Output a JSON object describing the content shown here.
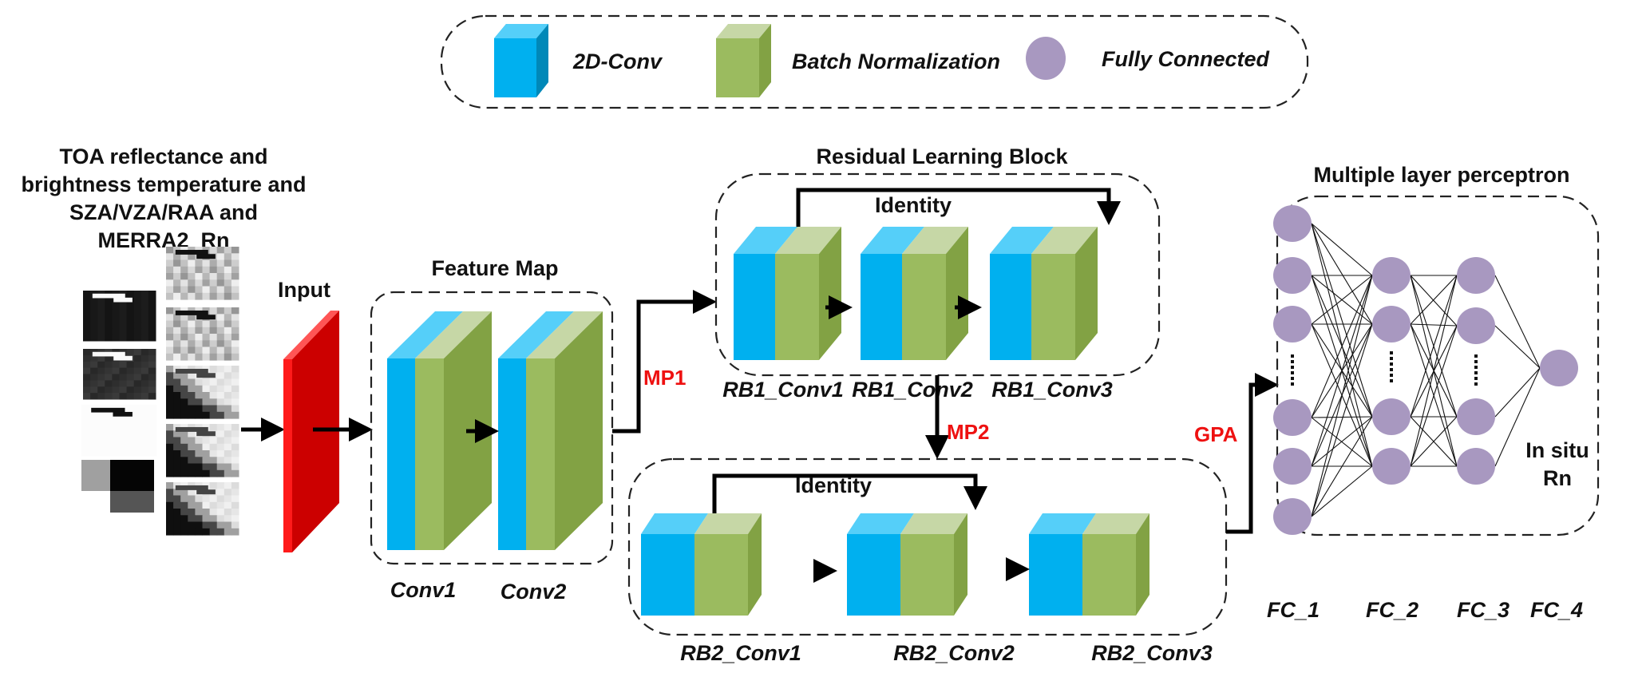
{
  "legend": {
    "items": [
      {
        "label": "2D-Conv",
        "icon": "blue-cube-icon",
        "color": "#00b0ef"
      },
      {
        "label": "Batch Normalization",
        "icon": "green-cube-icon",
        "color": "#9bbb5f"
      },
      {
        "label": "Fully Connected",
        "icon": "purple-circle-icon",
        "color": "#a898c0"
      }
    ]
  },
  "input_section": {
    "title_lines": [
      "TOA reflectance and",
      "brightness temperature and",
      "SZA/VZA/RAA and",
      "MERRA2_Rn"
    ],
    "input_label": "Input",
    "input_color": "#cc0000"
  },
  "feature_map": {
    "title": "Feature Map",
    "layers": [
      "Conv1",
      "Conv2"
    ]
  },
  "connectors": {
    "mp1": "MP1",
    "mp2": "MP2",
    "gpa": "GPA"
  },
  "residual_block_1": {
    "title": "Residual Learning Block",
    "identity_label": "Identity",
    "layers": [
      "RB1_Conv1",
      "RB1_Conv2",
      "RB1_Conv3"
    ]
  },
  "residual_block_2": {
    "identity_label": "Identity",
    "layers": [
      "RB2_Conv1",
      "RB2_Conv2",
      "RB2_Conv3"
    ]
  },
  "mlp": {
    "title": "Multiple layer perceptron",
    "layers": [
      "FC_1",
      "FC_2",
      "FC_3",
      "FC_4"
    ],
    "output_label_lines": [
      "In situ",
      "Rn"
    ],
    "ellipsis": "⋮"
  },
  "colors": {
    "conv_front": "#00b0ef",
    "conv_top": "#55cff9",
    "bn_front": "#9bbb5f",
    "bn_top": "#c6d7a6",
    "bn_side": "#82a244",
    "fc_node": "#a898c0",
    "accent_red": "#ee1111"
  }
}
